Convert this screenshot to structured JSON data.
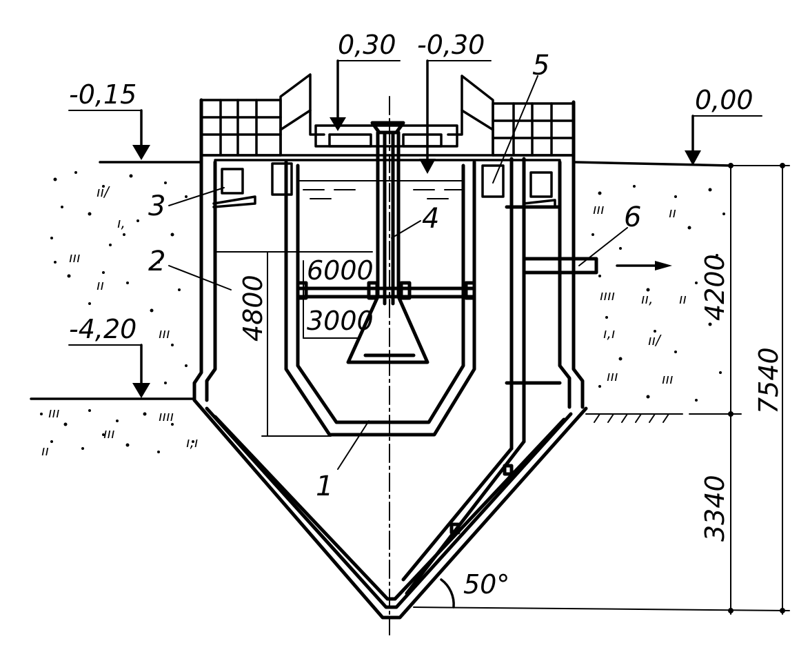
{
  "levels": {
    "l_minus015": "-0,15",
    "l_030": "0,30",
    "l_minus030": "-0,30",
    "l_000": "0,00",
    "l_minus420": "-4,20"
  },
  "callouts": {
    "c1": "1",
    "c2": "2",
    "c3": "3",
    "c4": "4",
    "c5": "5",
    "c6": "6"
  },
  "dimensions": {
    "d6000": "6000",
    "d3000": "3000",
    "d4800": "4800",
    "d4200": "4200",
    "d7540": "7540",
    "d3340": "3340",
    "angle": "50°"
  }
}
